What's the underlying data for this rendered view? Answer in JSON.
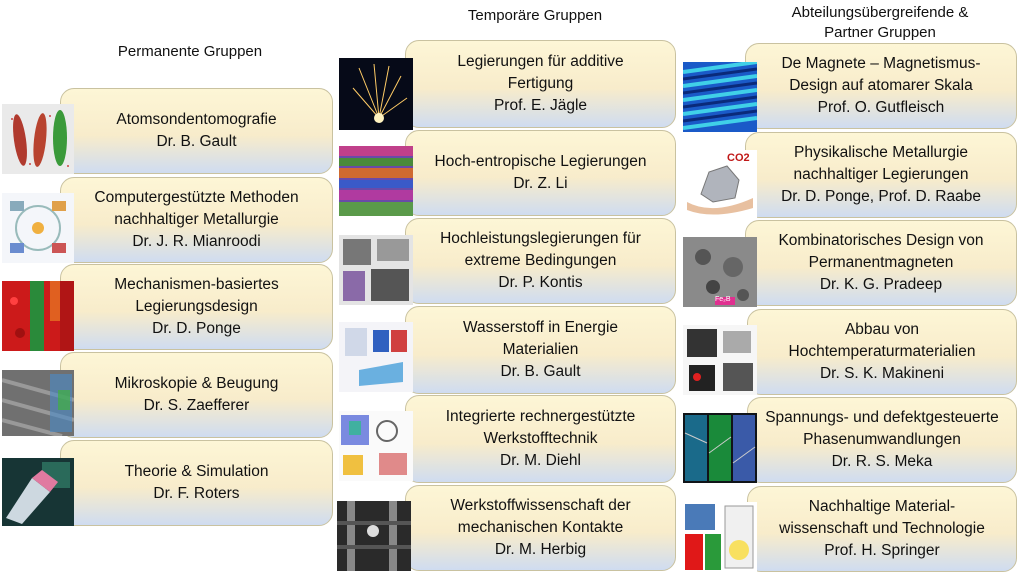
{
  "columns": {
    "permanent": "Permanente Gruppen",
    "temporary": "Temporäre Gruppen",
    "partner_line1": "Abteilungsübergreifende &",
    "partner_line2": "Partner Gruppen"
  },
  "permanent": [
    {
      "l1": "Atomsondentomografie",
      "l2": "Dr. B. Gault"
    },
    {
      "l1": "Computergestützte Methoden",
      "l2": "nachhaltiger Metallurgie",
      "l3": "Dr. J. R. Mianroodi"
    },
    {
      "l1": "Mechanismen-basiertes",
      "l2": "Legierungsdesign",
      "l3": "Dr. D. Ponge"
    },
    {
      "l1": "Mikroskopie & Beugung",
      "l2": "Dr. S. Zaefferer"
    },
    {
      "l1": "Theorie & Simulation",
      "l2": "Dr. F. Roters"
    }
  ],
  "temporary": [
    {
      "l1": "Legierungen für additive",
      "l2": "Fertigung",
      "l3": "Prof. E. Jägle"
    },
    {
      "l1": "Hoch-entropische Legierungen",
      "l2": "Dr. Z. Li"
    },
    {
      "l1": "Hochleistungslegierungen für",
      "l2": "extreme Bedingungen",
      "l3": "Dr. P. Kontis"
    },
    {
      "l1": "Wasserstoff in Energie",
      "l2": "Materialien",
      "l3": "Dr. B. Gault"
    },
    {
      "l1": "Integrierte rechnergestützte",
      "l2": "Werkstofftechnik",
      "l3": "Dr. M. Diehl"
    },
    {
      "l1": "Werkstoffwissenschaft der",
      "l2": "mechanischen Kontakte",
      "l3": "Dr. M. Herbig"
    }
  ],
  "partner": [
    {
      "l1": "De Magnete – Magnetismus-",
      "l2": "Design auf atomarer Skala",
      "l3": "Prof. O. Gutfleisch"
    },
    {
      "l1": "Physikalische Metallurgie",
      "l2": "nachhaltiger Legierungen",
      "l3": "Dr. D. Ponge, Prof. D. Raabe"
    },
    {
      "l1": "Kombinatorisches Design von",
      "l2": "Permanentmagneten",
      "l3": "Dr. K. G. Pradeep"
    },
    {
      "l1": "Abbau von",
      "l2": "Hochtemperaturmaterialien",
      "l3": "Dr. S. K. Makineni"
    },
    {
      "l1": "Spannungs- und defektgesteuerte",
      "l2": "Phasenumwandlungen",
      "l3": "Dr. R. S. Meka"
    },
    {
      "l1": "Nachhaltige Material-",
      "l2": "wissenschaft und Technologie",
      "l3": "Prof. H. Springer"
    }
  ],
  "thumb_labels": {
    "co2": "CO2",
    "feb": "Fe₂B"
  }
}
